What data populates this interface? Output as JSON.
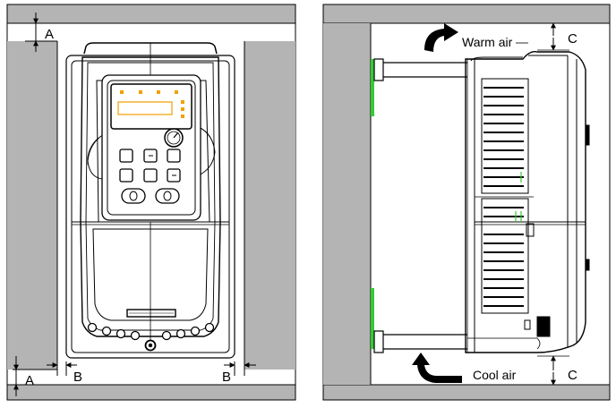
{
  "labels": {
    "a_top": "A",
    "a_bottom": "A",
    "b_left": "B",
    "b_right": "B",
    "c_top": "C",
    "c_bottom": "C",
    "warm_air": "Warm air",
    "cool_air": "Cool air"
  },
  "colors": {
    "wall_gray": "#b4b4b4",
    "keypad_led": "#f0a000",
    "mount_green": "#33cc33",
    "line": "#000000"
  }
}
